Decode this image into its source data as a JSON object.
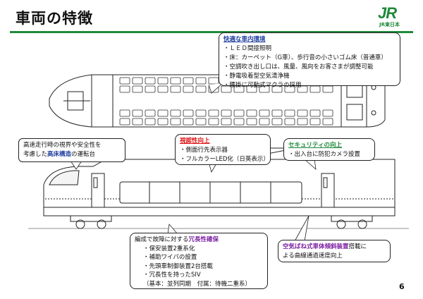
{
  "page": {
    "title": "車両の特徴",
    "page_number": "6",
    "logo": {
      "mark": "JR",
      "sub": "JR東日本"
    }
  },
  "callouts": {
    "comfort": {
      "heading": "快適な車内環境",
      "items": [
        "・ＬＥＤ間接照明",
        "・床：カーペット（G車）、歩行音の小さいゴム床（普通車）",
        "・空調吹き出し口は、風量、風向をお客さまが調整可能",
        "・静電吸着型空気清浄機",
        "・腰掛に可動式マクラの採用"
      ]
    },
    "high_floor": {
      "line1": "高速走行時の視界や安全性を",
      "line2_pre": "考慮した",
      "line2_em": "高床構造",
      "line2_post": "の運転台"
    },
    "visibility": {
      "heading": "視認性向上",
      "items": [
        "・側面行先表示器",
        "・フルカラーLED化（日英表示）"
      ]
    },
    "security": {
      "heading": "セキュリティの向上",
      "items": [
        "・出入台に防犯カメラ設置"
      ]
    },
    "redundancy": {
      "intro_pre": "編成で故障に対する",
      "intro_em": "冗長性確保",
      "items": [
        "・保安装置2重系化",
        "・補助ワイパの設置",
        "・先頭車制御装置2台搭載",
        "・冗長性を持ったSIV",
        "（基本：並列同期　付属：待機二重系）"
      ]
    },
    "tilting": {
      "em": "空気ばね式車体傾斜装置",
      "line1_post": "搭載に",
      "line2": "よる曲線通過速度向上"
    }
  },
  "colors": {
    "accent_green": "#1e8a3a",
    "heading_blue": "#1f3f9e",
    "heading_red": "#dd1111",
    "emphasis_purple": "#7a1fa0"
  }
}
